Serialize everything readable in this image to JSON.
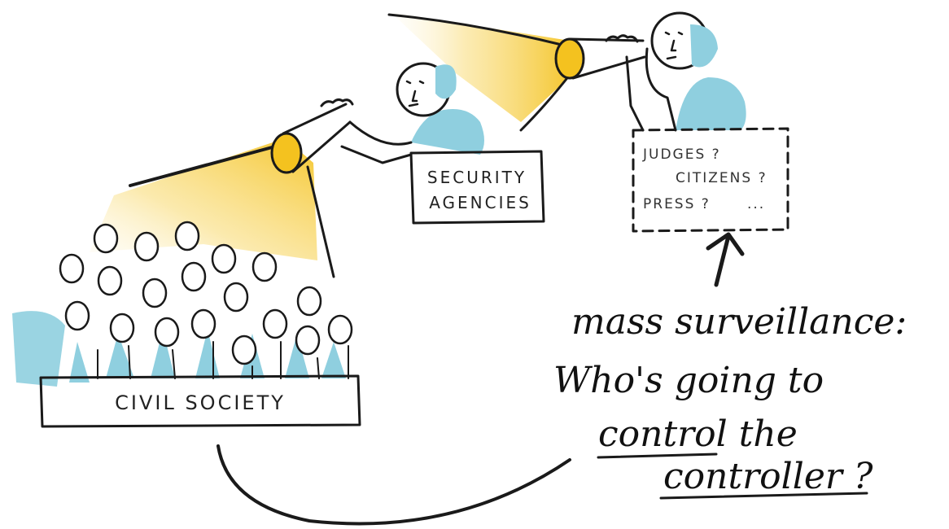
{
  "civil_society": {
    "label": "CIVIL SOCIETY"
  },
  "security_agencies": {
    "line1": "SECURITY",
    "line2": "AGENCIES"
  },
  "controllers_box": {
    "line1": "JUDGES ?",
    "line2": "CITIZENS ?",
    "line3": "PRESS ?",
    "line4": "..."
  },
  "caption": {
    "line1": "mass surveillance:",
    "line2": "Who's going to",
    "line3a": "control",
    "line3b": " the",
    "line4": "controller",
    "line4q": " ?"
  },
  "colors": {
    "ink": "#1a1a1a",
    "light": "#f2c230",
    "person": "#8fcfdf"
  }
}
